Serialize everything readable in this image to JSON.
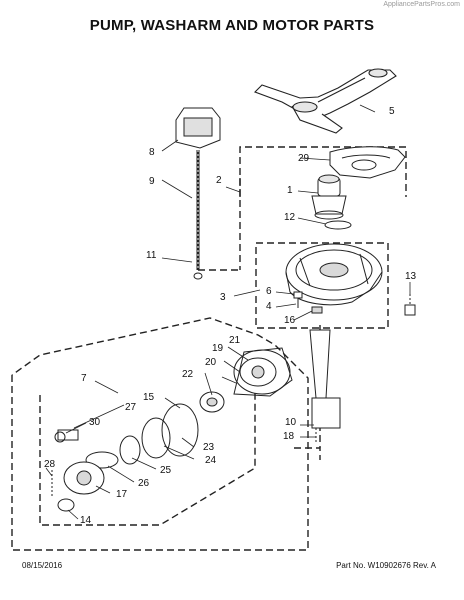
{
  "header": {
    "watermark": "AppliancePartsPros.com",
    "title": "PUMP, WASHARM AND MOTOR PARTS"
  },
  "footer": {
    "date": "08/15/2016",
    "part_number": "Part No. W10902676  Rev. A"
  },
  "callouts": {
    "c1": "1",
    "c2": "2",
    "c3": "3",
    "c4": "4",
    "c5": "5",
    "c6": "6",
    "c7": "7",
    "c8": "8",
    "c9": "9",
    "c10": "10",
    "c11": "11",
    "c12": "12",
    "c13": "13",
    "c14": "14",
    "c15": "15",
    "c16": "16",
    "c17": "17",
    "c18": "18",
    "c19": "19",
    "c20": "20",
    "c21": "21",
    "c22": "22",
    "c23": "23",
    "c24": "24",
    "c25": "25",
    "c26": "26",
    "c27": "27",
    "c28": "28",
    "c29": "29",
    "c30": "30"
  },
  "colors": {
    "line": "#222222",
    "fill": "#ffffff",
    "shade": "#cfcfcf"
  }
}
